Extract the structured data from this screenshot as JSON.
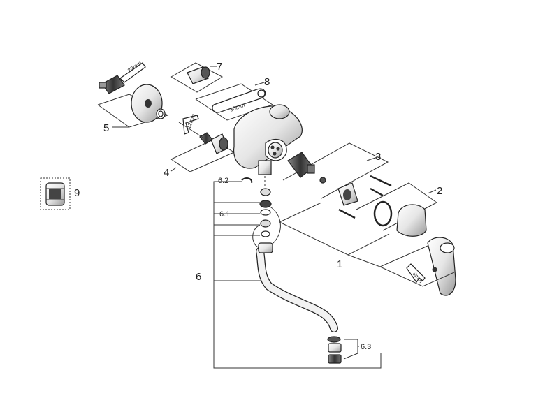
{
  "callouts": {
    "c1": "1",
    "c2": "2",
    "c3": "3",
    "c4": "4",
    "c5": "5",
    "c6": "6",
    "c6_1": "6.1",
    "c6_2": "6.2",
    "c6_3": "6.3",
    "c7": "7",
    "c8": "8",
    "c9": "9"
  },
  "dimensions": {
    "wrench_22": "22mm",
    "wrench_30": "30mm",
    "hex_key_12": "12mm",
    "hex_key_3": "3mm"
  },
  "colors": {
    "line": "#222222",
    "part_light": "#f4f4f4",
    "part_mid": "#bdbdbd",
    "part_dark": "#555555",
    "background": "#ffffff"
  }
}
